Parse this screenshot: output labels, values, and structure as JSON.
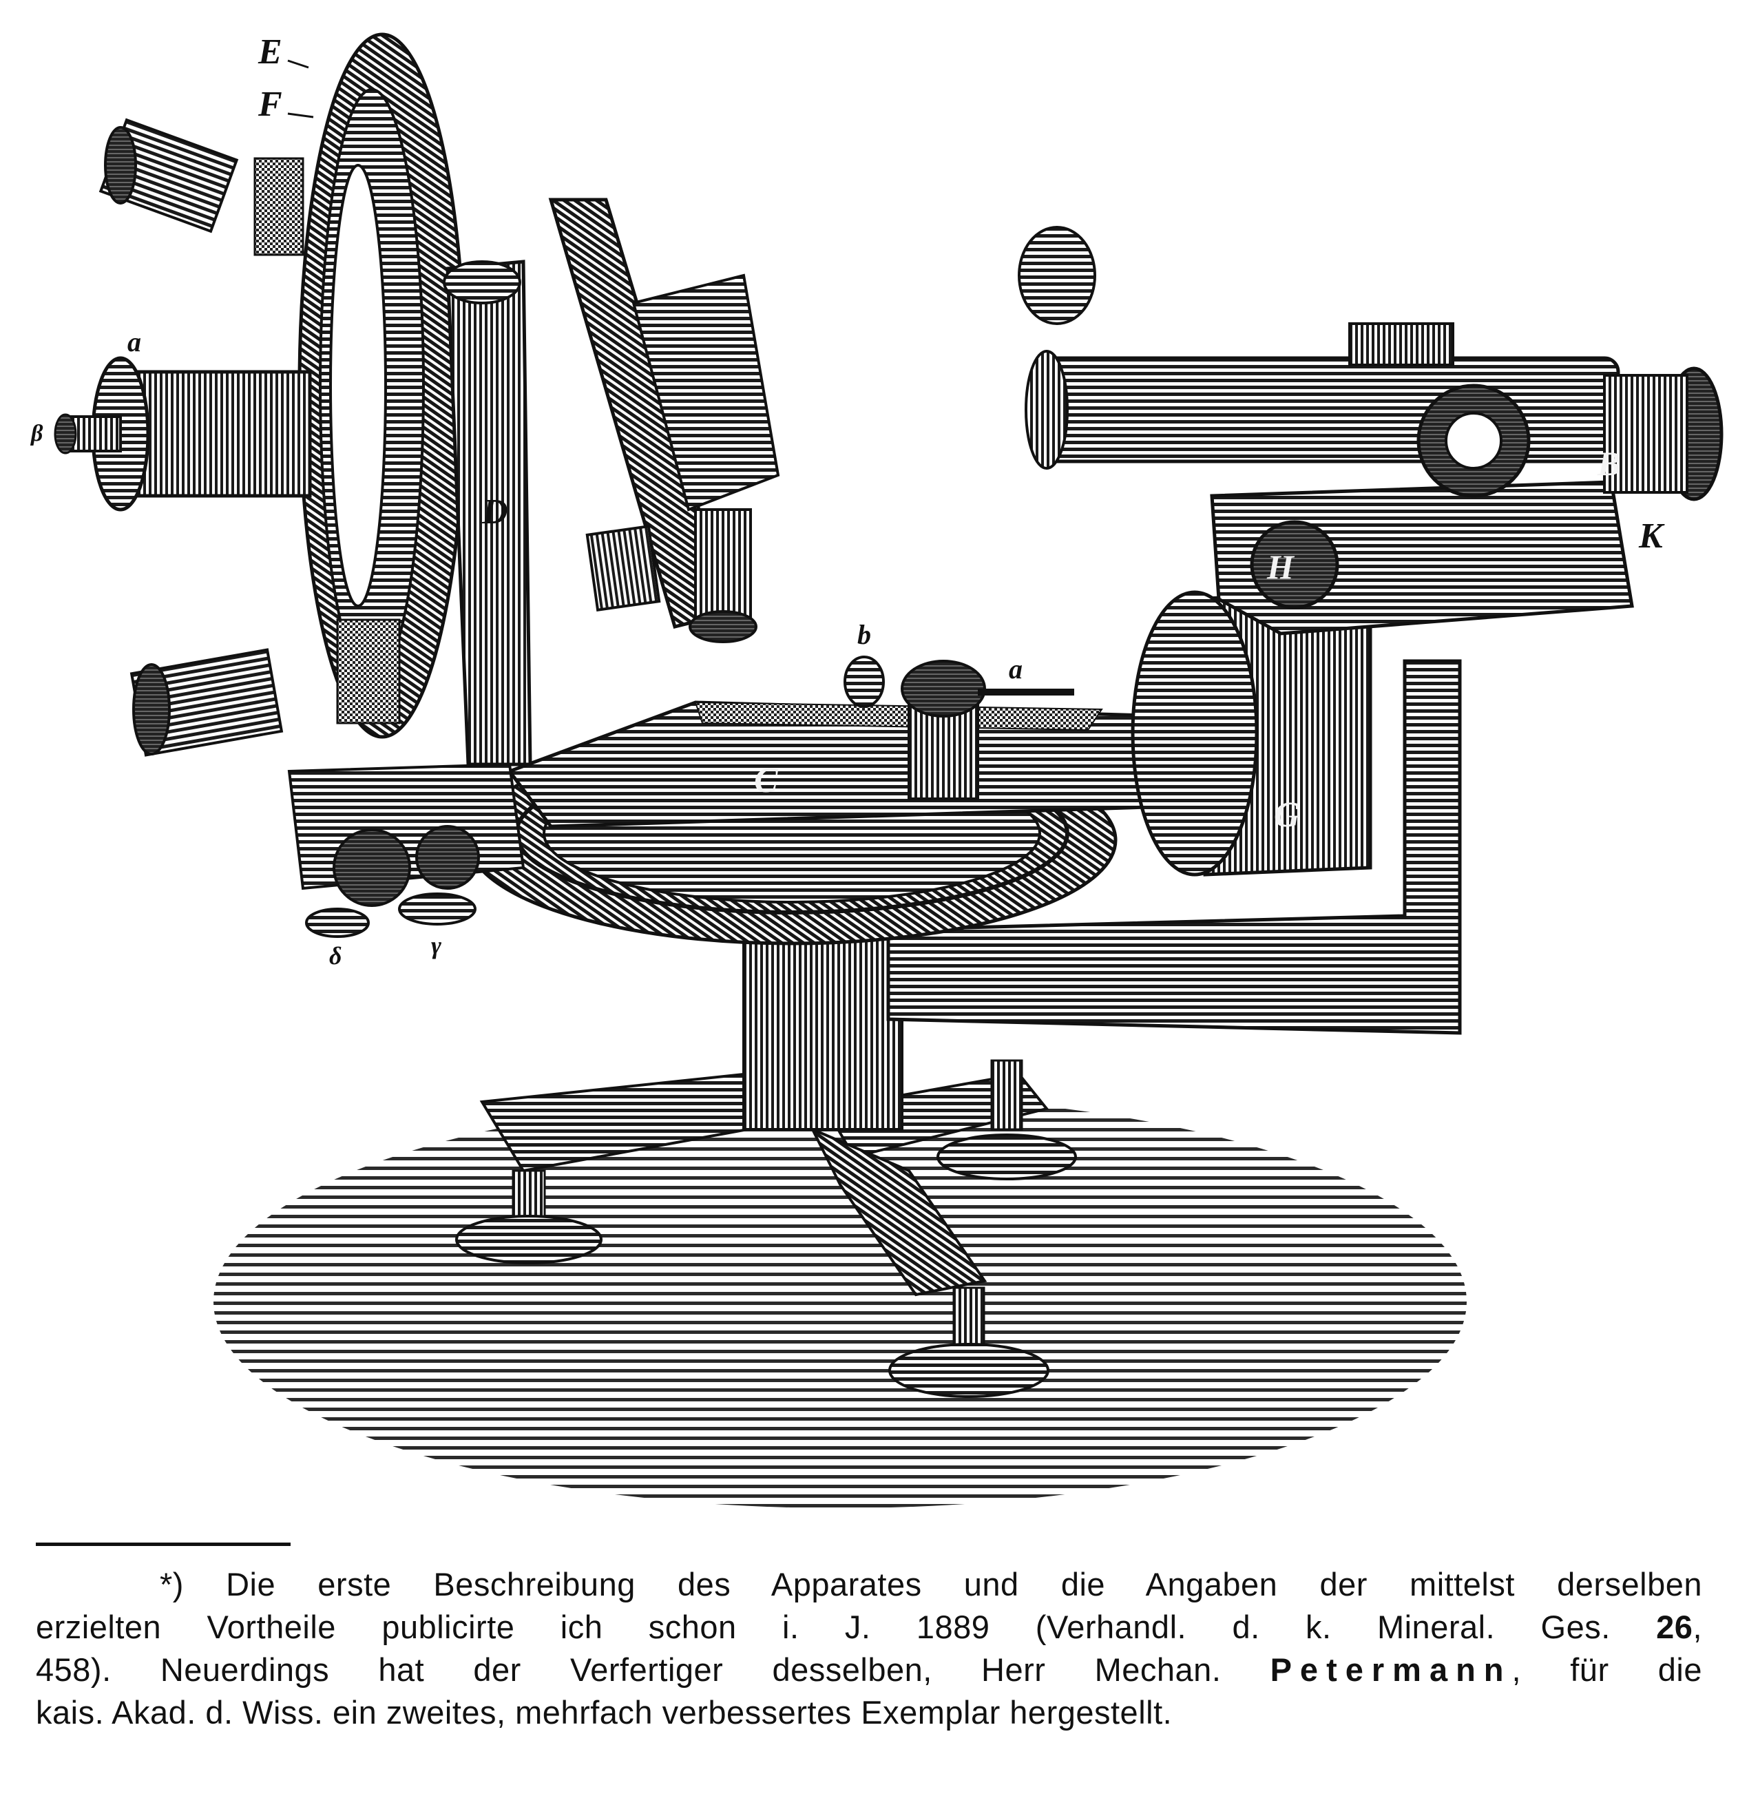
{
  "figure": {
    "labels": {
      "E": "E",
      "F": "F",
      "a_left": "a",
      "beta": "β",
      "D": "D",
      "C": "C",
      "b": "b",
      "a_center": "a",
      "G": "G",
      "H": "H",
      "B": "B",
      "K": "K",
      "delta": "δ",
      "gamma": "γ"
    }
  },
  "footnote": {
    "l1_pre": "*) Die erste Beschreibung des Apparates und die Angaben der mittelst derselben",
    "l2_pre": "erzielten Vortheile publicirte ich schon i. J. 1889 (Verhandl. d. k. Mineral. Ges.",
    "l2_vol": "26",
    "l2_post": ",",
    "l3_pre": "458). Neuerdings hat der Verfertiger desselben, Herr Mechan.",
    "l3_name": "Petermann",
    "l3_post": ", für die",
    "l4": "kais. Akad. d. Wiss. ein zweites, mehrfach verbessertes Exemplar hergestellt."
  }
}
